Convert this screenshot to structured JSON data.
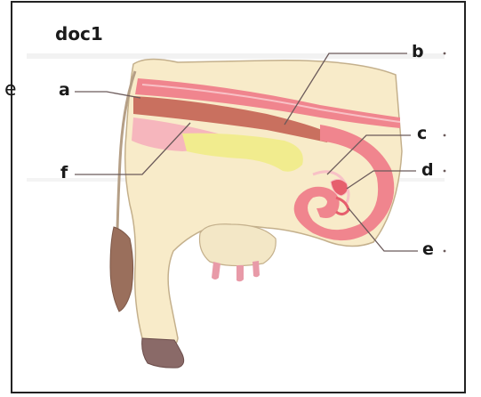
{
  "title": "doc1",
  "stray_text": "e",
  "labels": {
    "a": "a",
    "b": "b",
    "c": "c",
    "d": "d",
    "e": "e",
    "f": "f"
  },
  "colors": {
    "body": "#f8ebc9",
    "body_outline": "#b9a98a",
    "uterus": "#f0858e",
    "uterus_light": "#f6b6bd",
    "rectum": "#c9705f",
    "bladder": "#f1ec8e",
    "tail": "#9a6f5c",
    "hoof": "#8a6a68",
    "udder": "#f3e7c6",
    "teat": "#e89aa8",
    "leader_line": "#6b5a5a"
  }
}
